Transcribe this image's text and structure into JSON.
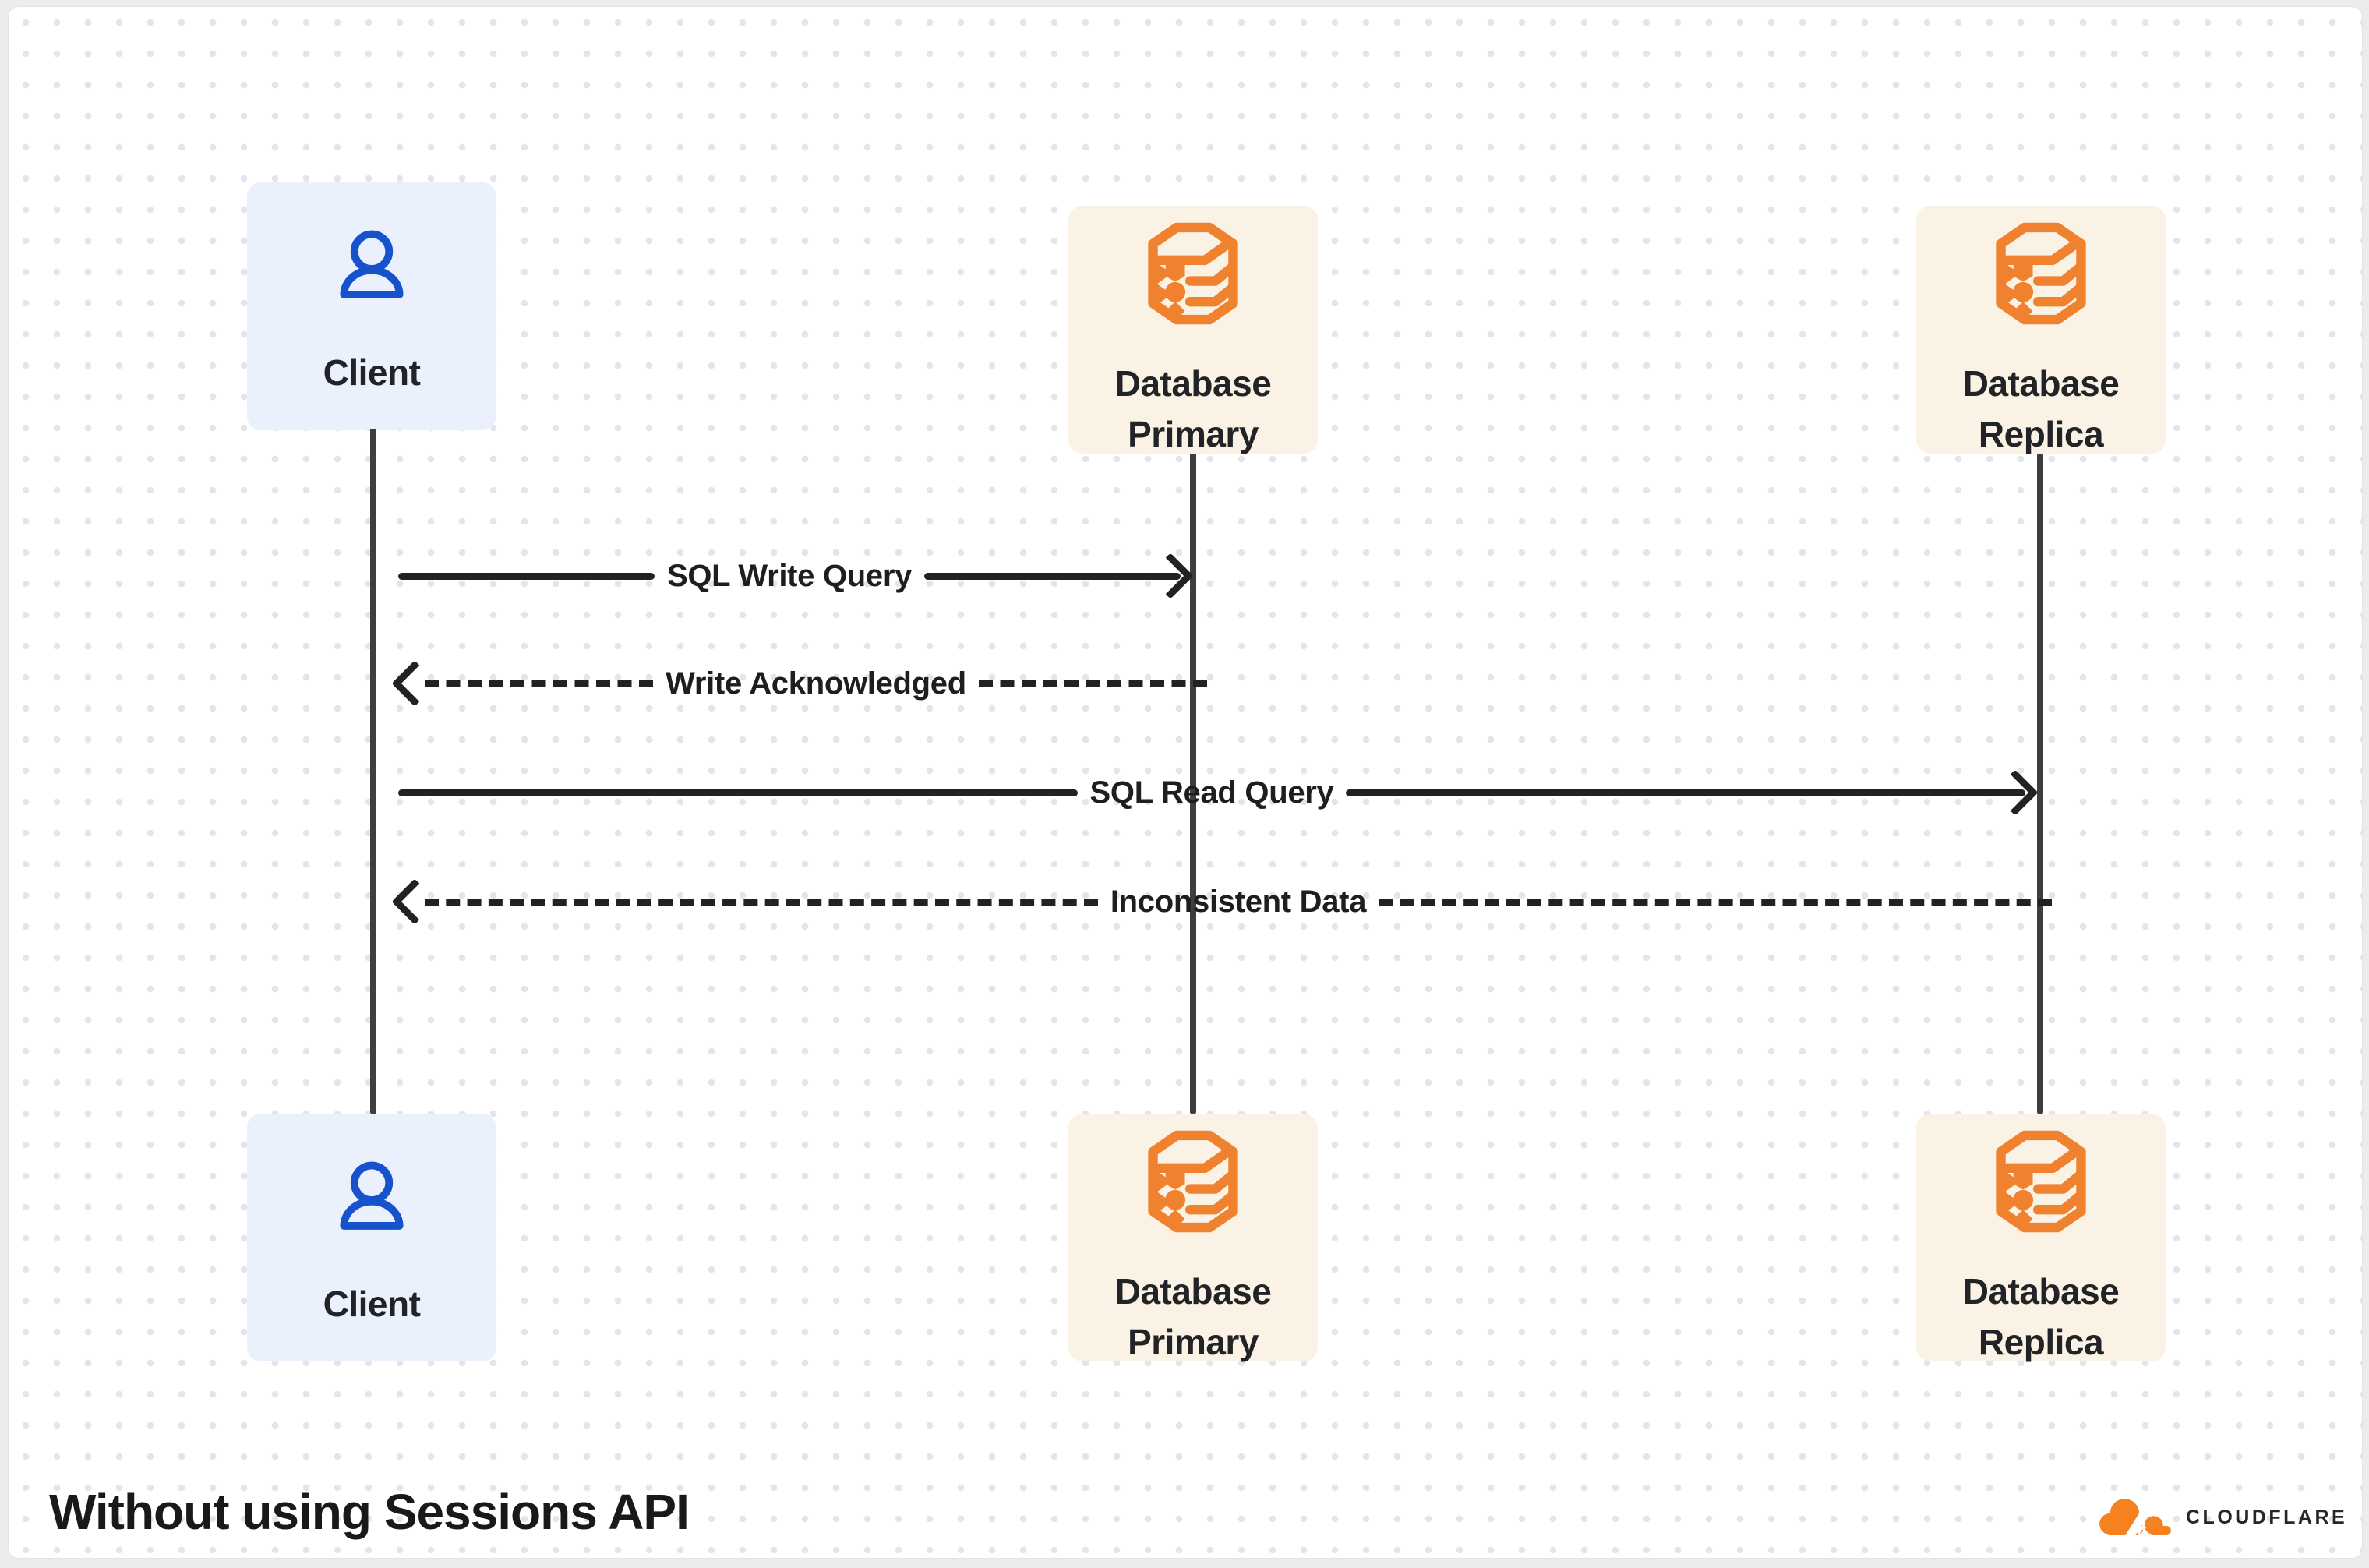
{
  "title": "Without using Sessions API",
  "actors": {
    "client": {
      "label": "Client",
      "icon": "person-icon"
    },
    "primary": {
      "label": "Database Primary",
      "icon": "database-icon"
    },
    "replica": {
      "label": "Database Replica",
      "icon": "database-icon"
    }
  },
  "messages": [
    {
      "label": "SQL Write Query",
      "from": "client",
      "to": "primary",
      "style": "solid",
      "direction": "right"
    },
    {
      "label": "Write Acknowledged",
      "from": "primary",
      "to": "client",
      "style": "dashed",
      "direction": "left"
    },
    {
      "label": "SQL Read Query",
      "from": "client",
      "to": "replica",
      "style": "solid",
      "direction": "right"
    },
    {
      "label": "Inconsistent Data",
      "from": "replica",
      "to": "client",
      "style": "dashed",
      "direction": "left"
    }
  ],
  "logo": {
    "text": "CLOUDFLARE",
    "icon": "cloudflare-cloud-icon"
  },
  "colors": {
    "client_accent": "#1652CB",
    "client_box_bg": "#EAF1FC",
    "db_accent": "#F0822F",
    "db_box_bg": "#FAF2E4",
    "line": "#222222",
    "lifeline": "#3E3E3E",
    "brand_orange": "#F6821F",
    "text": "#1D1E20",
    "page_margin": "#ECECEC",
    "dot_grid": "#E5E5E8"
  }
}
